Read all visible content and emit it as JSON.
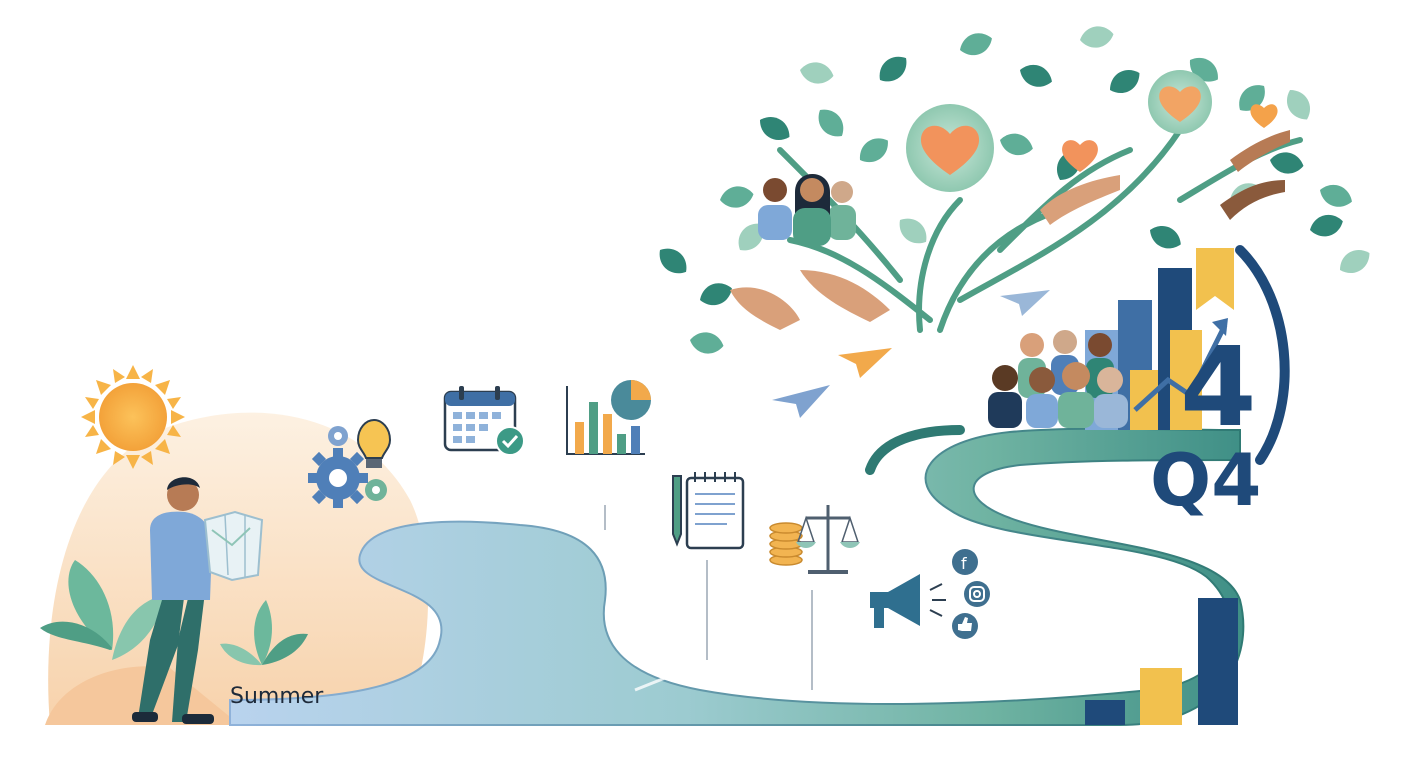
{
  "labels": {
    "start": "Summer",
    "end_big": "4",
    "end": "Q4"
  },
  "icons": [
    "sun-icon",
    "gears-lightbulb-icon",
    "calendar-check-icon",
    "bar-pie-chart-icon",
    "pen-notepad-icon",
    "coins-scale-icon",
    "megaphone-icon",
    "facebook-icon",
    "instagram-icon",
    "thumbs-up-icon",
    "paper-plane-icon",
    "heart-icon",
    "ribbon-icon"
  ],
  "colors": {
    "road_start": "#a9c8e8",
    "road_mid": "#8ec3c4",
    "road_end": "#4f9a8c",
    "navy": "#1f4a7a",
    "orange": "#f4a24a",
    "gold": "#f2c14e",
    "leaf_dark": "#2f8575",
    "leaf_mid": "#5fae97",
    "leaf_light": "#9fd0bd",
    "heart": "#f2935c",
    "sun": "#f7b447",
    "bg_warm": "#fbe3c8"
  }
}
